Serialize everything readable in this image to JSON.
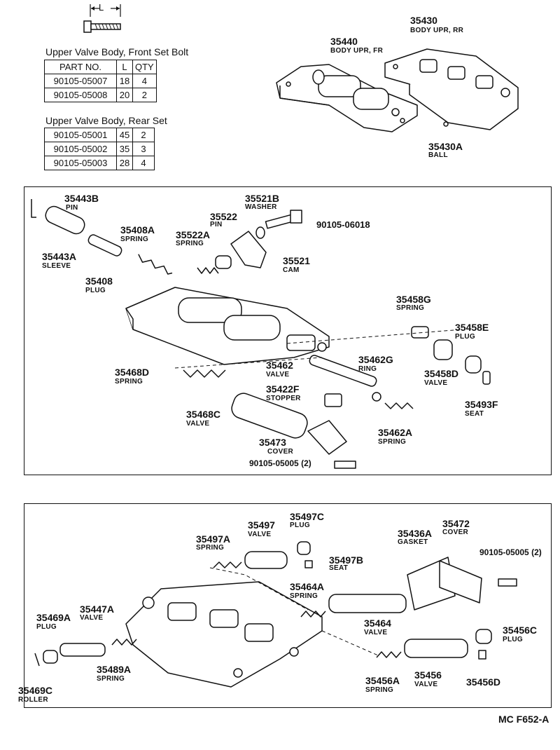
{
  "bolt_dim_label": "L",
  "front_table": {
    "title": "Upper Valve Body, Front Set Bolt",
    "headers": [
      "PART NO.",
      "L",
      "QTY"
    ],
    "rows": [
      [
        "90105-05007",
        "18",
        "4"
      ],
      [
        "90105-05008",
        "20",
        "2"
      ]
    ]
  },
  "rear_table": {
    "title": "Upper Valve Body, Rear Set",
    "rows": [
      [
        "90105-05001",
        "45",
        "2"
      ],
      [
        "90105-05002",
        "35",
        "3"
      ],
      [
        "90105-05003",
        "28",
        "4"
      ]
    ]
  },
  "parts": [
    {
      "no": "35430",
      "name": "BODY UPR, RR"
    },
    {
      "no": "35440",
      "name": "BODY UPR, FR"
    },
    {
      "no": "35430A",
      "name": "BALL"
    },
    {
      "no": "35443B",
      "name": "PIN"
    },
    {
      "no": "35443A",
      "name": "SLEEVE"
    },
    {
      "no": "35408A",
      "name": "SPRING"
    },
    {
      "no": "35408",
      "name": "PLUG"
    },
    {
      "no": "35522",
      "name": "PIN"
    },
    {
      "no": "35522A",
      "name": "SPRING"
    },
    {
      "no": "35521B",
      "name": "WASHER"
    },
    {
      "no": "90105-06018",
      "name": ""
    },
    {
      "no": "35521",
      "name": "CAM"
    },
    {
      "no": "35458G",
      "name": "SPRING"
    },
    {
      "no": "35458E",
      "name": "PLUG"
    },
    {
      "no": "35458D",
      "name": "VALVE"
    },
    {
      "no": "35493F",
      "name": "SEAT"
    },
    {
      "no": "35462",
      "name": "VALVE"
    },
    {
      "no": "35462G",
      "name": "RING"
    },
    {
      "no": "35468D",
      "name": "SPRING"
    },
    {
      "no": "35422F",
      "name": "STOPPER"
    },
    {
      "no": "35468C",
      "name": "VALVE"
    },
    {
      "no": "35462A",
      "name": "SPRING"
    },
    {
      "no": "35473",
      "name": "COVER"
    },
    {
      "no": "90105-05005 (2)",
      "name": ""
    },
    {
      "no": "35497A",
      "name": "SPRING"
    },
    {
      "no": "35497",
      "name": "VALVE"
    },
    {
      "no": "35497C",
      "name": "PLUG"
    },
    {
      "no": "35497B",
      "name": "SEAT"
    },
    {
      "no": "35436A",
      "name": "GASKET"
    },
    {
      "no": "35472",
      "name": "COVER"
    },
    {
      "no": "90105-05005 (2)",
      "name": ""
    },
    {
      "no": "35464A",
      "name": "SPRING"
    },
    {
      "no": "35464",
      "name": "VALVE"
    },
    {
      "no": "35469A",
      "name": "PLUG"
    },
    {
      "no": "35447A",
      "name": "VALVE"
    },
    {
      "no": "35456C",
      "name": "PLUG"
    },
    {
      "no": "35489A",
      "name": "SPRING"
    },
    {
      "no": "35456A",
      "name": "SPRING"
    },
    {
      "no": "35456",
      "name": "VALVE"
    },
    {
      "no": "35456D",
      "name": ""
    },
    {
      "no": "35469C",
      "name": "ROLLER"
    }
  ],
  "figure_ref": "MC F652-A"
}
